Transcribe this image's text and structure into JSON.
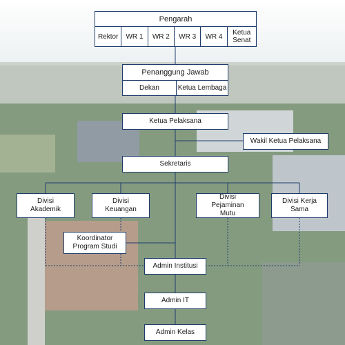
{
  "colors": {
    "line": "#1f3d6b",
    "box_border": "#1f3d6b",
    "box_fill": "#ffffff"
  },
  "background": {
    "description_icon": "aerial-campus-photo"
  },
  "nodes": {
    "pengarah": "Pengarah",
    "pengarah_members": [
      "Rektor",
      "WR 1",
      "WR 2",
      "WR 3",
      "WR 4",
      "Ketua Senat"
    ],
    "penanggung_jawab": "Penanggung Jawab",
    "penanggung_jawab_members": [
      "Dekan",
      "Ketua Lembaga"
    ],
    "ketua_pelaksana": "Ketua Pelaksana",
    "wakil_ketua_pelaksana": "Wakil Ketua Pelaksana",
    "sekretaris": "Sekretaris",
    "divisi_akademik": "Divisi Akademik",
    "divisi_keuangan": "Divisi Keuangan",
    "divisi_pejaminan_mutu": "Divisi Pejaminan Mutu",
    "divisi_kerja_sama": "Divisi Kerja Sama",
    "koordinator_prodi": "Koordinator Program Studi",
    "admin_institusi": "Admin Institusi",
    "admin_it": "Admin IT",
    "admin_kelas": "Admin Kelas"
  }
}
